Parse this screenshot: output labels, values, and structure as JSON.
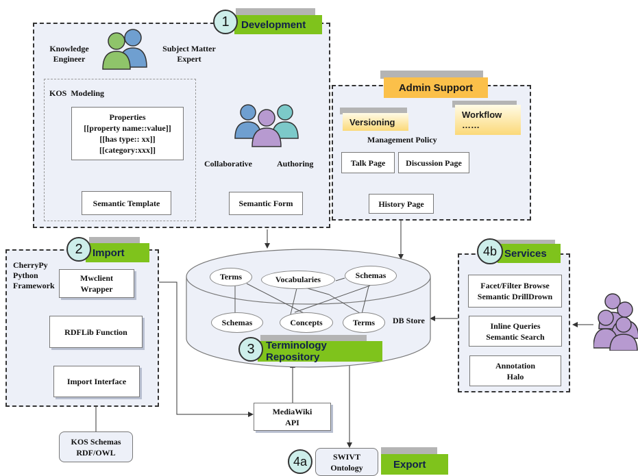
{
  "development": {
    "badge": "1",
    "title": "Development",
    "knowledge_engineer": [
      "Knowledge",
      "Engineer"
    ],
    "subject_matter_expert": [
      "Subject Matter",
      "Expert"
    ],
    "kos_modeling": "KOS  Modeling",
    "properties_lines": [
      "Properties",
      "[[property name::value]]",
      "[[has type:: xx]]",
      "[[category:xxx]]"
    ],
    "semantic_template": "Semantic Template",
    "collaborative": "Collaborative",
    "authoring": "Authoring",
    "semantic_form": "Semantic Form"
  },
  "admin": {
    "title": "Admin Support",
    "versioning": "Versioning",
    "workflow_lines": [
      "Workflow",
      "……"
    ],
    "management_policy": "Management Policy",
    "talk_page": "Talk Page",
    "discussion_page": "Discussion Page",
    "history_page": "History Page"
  },
  "import": {
    "badge": "2",
    "title": "Import",
    "framework_lines": [
      "CherryPy",
      "Python",
      "Framework"
    ],
    "mwclient_lines": [
      "Mwclient",
      "Wrapper"
    ],
    "rdflib": "RDFLib Function",
    "import_interface": "Import Interface",
    "kos_schemas_lines": [
      "KOS Schemas",
      "RDF/OWL"
    ]
  },
  "repository": {
    "badge": "3",
    "title": "Terminology Repository",
    "db_store": "DB Store",
    "terms_1": "Terms",
    "vocabularies": "Vocabularies",
    "schemas_1": "Schemas",
    "schemas_2": "Schemas",
    "concepts": "Concepts",
    "terms_2": "Terms"
  },
  "services": {
    "badge": "4b",
    "title": "Services",
    "facet_lines": [
      "Facet/Filter Browse",
      "Semantic DrillDrown"
    ],
    "inline_lines": [
      "Inline Queries",
      "Semantic Search"
    ],
    "annotation_lines": [
      "Annotation",
      "Halo"
    ]
  },
  "mediawiki_lines": [
    "MediaWiki",
    "API"
  ],
  "export": {
    "badge": "4a",
    "title": "Export",
    "swivt_lines": [
      "SWIVT",
      "Ontology"
    ]
  },
  "colors": {
    "panel_fill": "#edf0f8",
    "tag_green": "#7fc31c",
    "tag_orange": "#fbc04a",
    "badge_fill": "#cdeeea",
    "people_green": "#8fc46a",
    "people_blue": "#6f9fd0",
    "people_teal": "#7cc9c9",
    "people_purple": "#b79ad0"
  }
}
